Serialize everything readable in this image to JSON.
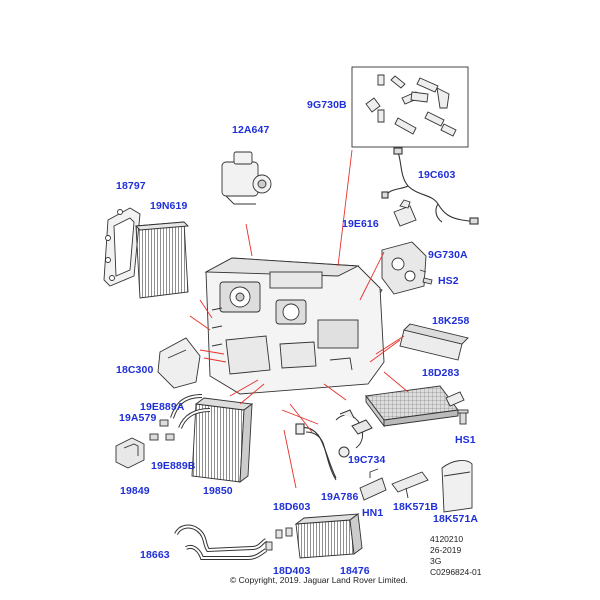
{
  "labels": {
    "p9G730B": "9G730B",
    "p12A647": "12A647",
    "p18797": "18797",
    "p19N619": "19N619",
    "p19C603": "19C603",
    "p19E616": "19E616",
    "p9G730A": "9G730A",
    "pHS2": "HS2",
    "p18K258": "18K258",
    "p18C300": "18C300",
    "p18D283": "18D283",
    "p19E889A": "19E889A",
    "p19A579": "19A579",
    "p19E889B": "19E889B",
    "p19849": "19849",
    "p19850": "19850",
    "p19C734": "19C734",
    "pHS1": "HS1",
    "p19A786": "19A786",
    "pHN1": "HN1",
    "p18K571B": "18K571B",
    "p18K571A": "18K571A",
    "p18D603": "18D603",
    "p18663": "18663",
    "p18D403": "18D403",
    "p18476": "18476"
  },
  "reference": {
    "line1": "4120210",
    "line2": "26-2019",
    "line3": "3G",
    "line4": "C0296824-01"
  },
  "copyright": "© Copyright, 2019. Jaguar Land Rover Limited.",
  "colors": {
    "label": "#1f2fd8",
    "leader": "#e8302a",
    "line_art": "#333333"
  }
}
